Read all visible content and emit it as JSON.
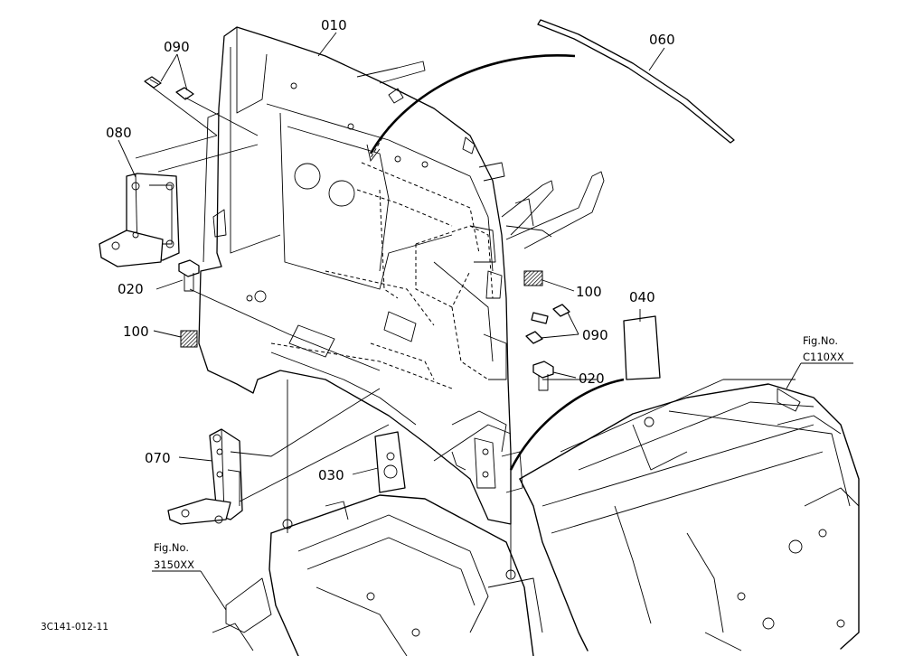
{
  "parts": {
    "p010": "010",
    "p060": "060",
    "p090a": "090",
    "p090b": "090",
    "p080": "080",
    "p020a": "020",
    "p020b": "020",
    "p100a": "100",
    "p100b": "100",
    "p040": "040",
    "p070": "070",
    "p030": "030"
  },
  "figure_refs": {
    "right_label": "Fig.No.",
    "right_code": "C110XX",
    "left_label": "Fig.No.",
    "left_code": "3150XX"
  },
  "drawing_code": "3C141-012-11"
}
